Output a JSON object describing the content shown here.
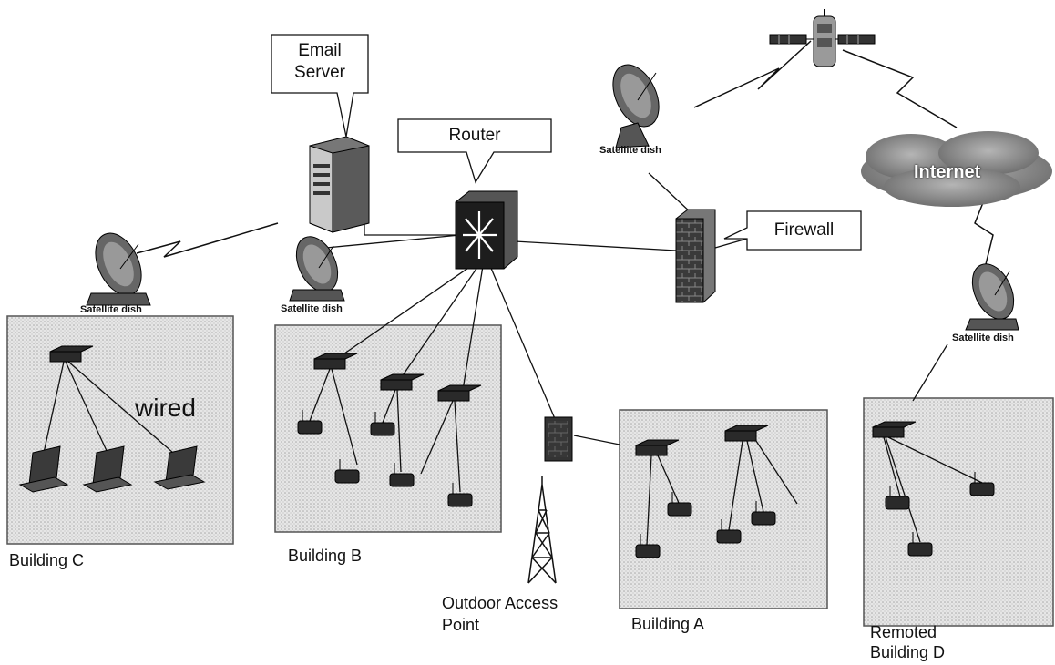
{
  "labels": {
    "email_server": "Email\nServer",
    "router": "Router",
    "firewall": "Firewall",
    "internet": "Internet",
    "wired": "wired",
    "outdoor_access_point": "Outdoor Access\nPoint",
    "building_a": "Building A",
    "building_b": "Building B",
    "building_c": "Building C",
    "building_d": "Remoted\nBuilding D"
  },
  "satellite_dishes": [
    {
      "id": "dish-router",
      "label": "Satellite dish"
    },
    {
      "id": "dish-building-c",
      "label": "Satellite dish"
    },
    {
      "id": "dish-building-b",
      "label": "Satellite dish"
    },
    {
      "id": "dish-building-d",
      "label": "Satellite dish"
    }
  ],
  "colors": {
    "building_fill": "#d9d9d9",
    "building_border": "#555555",
    "device": "#2a2a2a",
    "cloud": "#8a8a8a",
    "firewall": "#444444",
    "line": "#111111"
  },
  "icons": [
    "router-icon",
    "email-server-icon",
    "firewall-icon",
    "satellite-icon",
    "satellite-dish-icon",
    "cloud-icon",
    "switch-icon",
    "access-point-icon",
    "laptop-icon",
    "tower-icon"
  ]
}
